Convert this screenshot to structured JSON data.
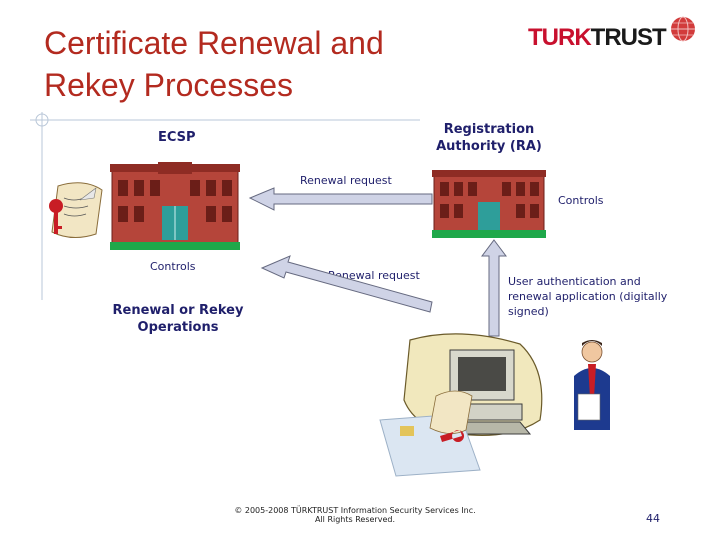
{
  "slide": {
    "title_line1": "Certificate Renewal and",
    "title_line2": "Rekey Processes",
    "page_number": "44"
  },
  "logo": {
    "text_turk": "TURK",
    "text_trust": "TRUST"
  },
  "labels": {
    "ecsp": "ECSP",
    "ra": "Registration Authority (RA)",
    "renewal_request_top": "Renewal request",
    "controls_right": "Controls",
    "controls_left": "Controls",
    "renewal_request_mid": "Renewal request",
    "renewal_rekey": "Renewal or Rekey Operations",
    "user_auth": "User authentication and renewal application (digitally signed)"
  },
  "footer": {
    "line1": "© 2005-2008 TÜRKTRUST Information Security Services Inc.",
    "line2": "All Rights Reserved."
  },
  "colors": {
    "title": "#b32a1f",
    "label": "#1f1f6b",
    "building": "#b5453a",
    "logo_red": "#c8102e",
    "logo_dark": "#1a1a1a"
  }
}
